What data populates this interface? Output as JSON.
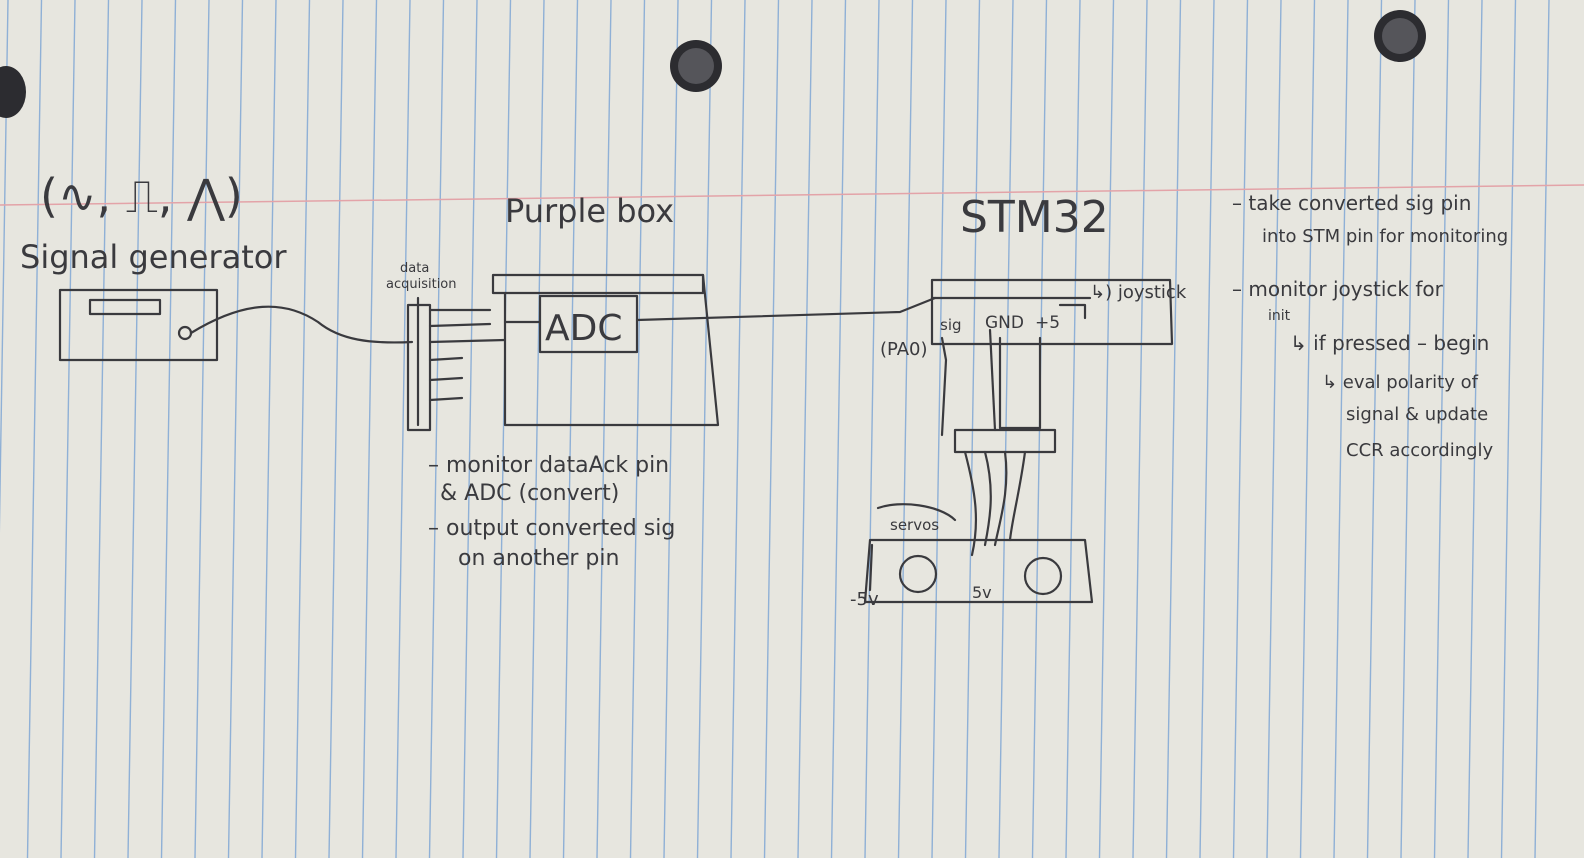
{
  "colors": {
    "paper": "#e7e6df",
    "rule_line": "#8fb0d6",
    "margin_line": "#e3a3a8",
    "ink": "#3a3a3e",
    "punch_hole": "#2c2c30"
  },
  "waveforms": "(∿, ⎍, ⋀)",
  "signal_generator": {
    "label": "Signal generator"
  },
  "data_acquisition": {
    "line1": "data",
    "line2": "acquisition"
  },
  "purple_box": {
    "label": "Purple box",
    "adc_label": "ADC",
    "notes": [
      {
        "line1": "– monitor dataAck pin",
        "line2": "& ADC (convert)"
      },
      {
        "line1": "– output converted sig",
        "line2": "on another pin"
      }
    ]
  },
  "stm32": {
    "label": "STM32",
    "pin_pa0": "(PA0)",
    "pin_sig": "sig",
    "pin_gnd": "GND",
    "pin_plus5": "+5",
    "joystick_label": "↳) joystick",
    "notes": {
      "take": {
        "line1": "– take converted sig pin",
        "line2": "into STM pin for monitoring"
      },
      "monitor": {
        "line1": "– monitor joystick for",
        "line2": "init"
      },
      "if_pressed": "↳ if pressed – begin",
      "eval": {
        "line1": "↳ eval polarity of",
        "line2": "signal & update",
        "line3": "CCR accordingly"
      }
    }
  },
  "servos": {
    "label": "servos",
    "voltage_left": "-5v",
    "voltage_right": "5v"
  }
}
